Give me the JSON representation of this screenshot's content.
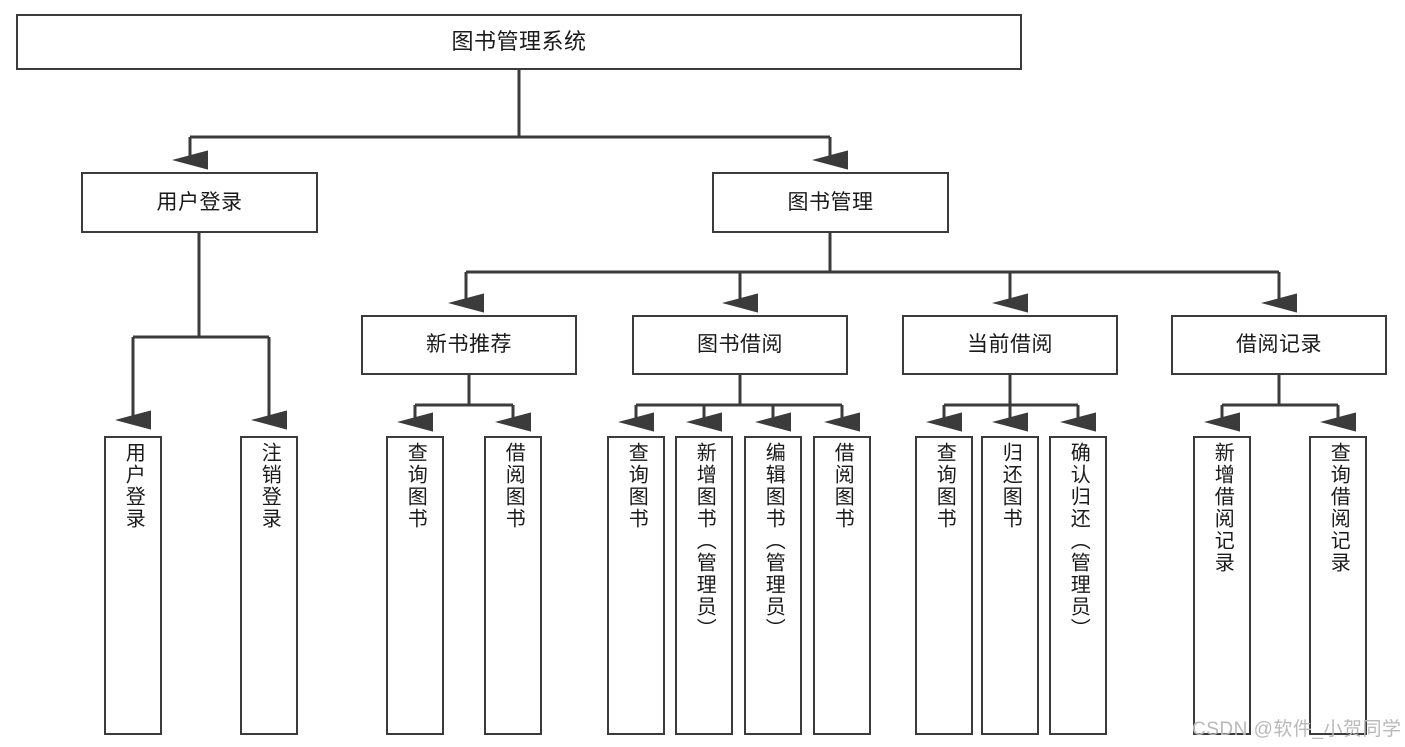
{
  "diagram": {
    "title": "图书管理系统",
    "type": "hierarchy-tree",
    "root": {
      "label": "图书管理系统"
    },
    "level2": [
      {
        "label": "用户登录"
      },
      {
        "label": "图书管理"
      }
    ],
    "level3": [
      {
        "label": "新书推荐"
      },
      {
        "label": "图书借阅"
      },
      {
        "label": "当前借阅"
      },
      {
        "label": "借阅记录"
      }
    ],
    "leaves": {
      "user_login": [
        {
          "label": "用户登录"
        },
        {
          "label": "注销登录"
        }
      ],
      "new_book_recommend": [
        {
          "label": "查询图书"
        },
        {
          "label": "借阅图书"
        }
      ],
      "book_borrow": [
        {
          "label": "查询图书"
        },
        {
          "label": "新增图书（管理员）"
        },
        {
          "label": "编辑图书（管理员）"
        },
        {
          "label": "借阅图书"
        }
      ],
      "current_borrow": [
        {
          "label": "查询图书"
        },
        {
          "label": "归还图书"
        },
        {
          "label": "确认归还（管理员）"
        }
      ],
      "borrow_record": [
        {
          "label": "新增借阅记录"
        },
        {
          "label": "查询借阅记录"
        }
      ]
    }
  },
  "watermark": {
    "text": "CSDN @软件_小贺同学"
  },
  "colors": {
    "stroke": "#3b3b3b",
    "fill": "#ffffff",
    "text": "#1a1a1a",
    "watermark": "#b9b9b9"
  }
}
